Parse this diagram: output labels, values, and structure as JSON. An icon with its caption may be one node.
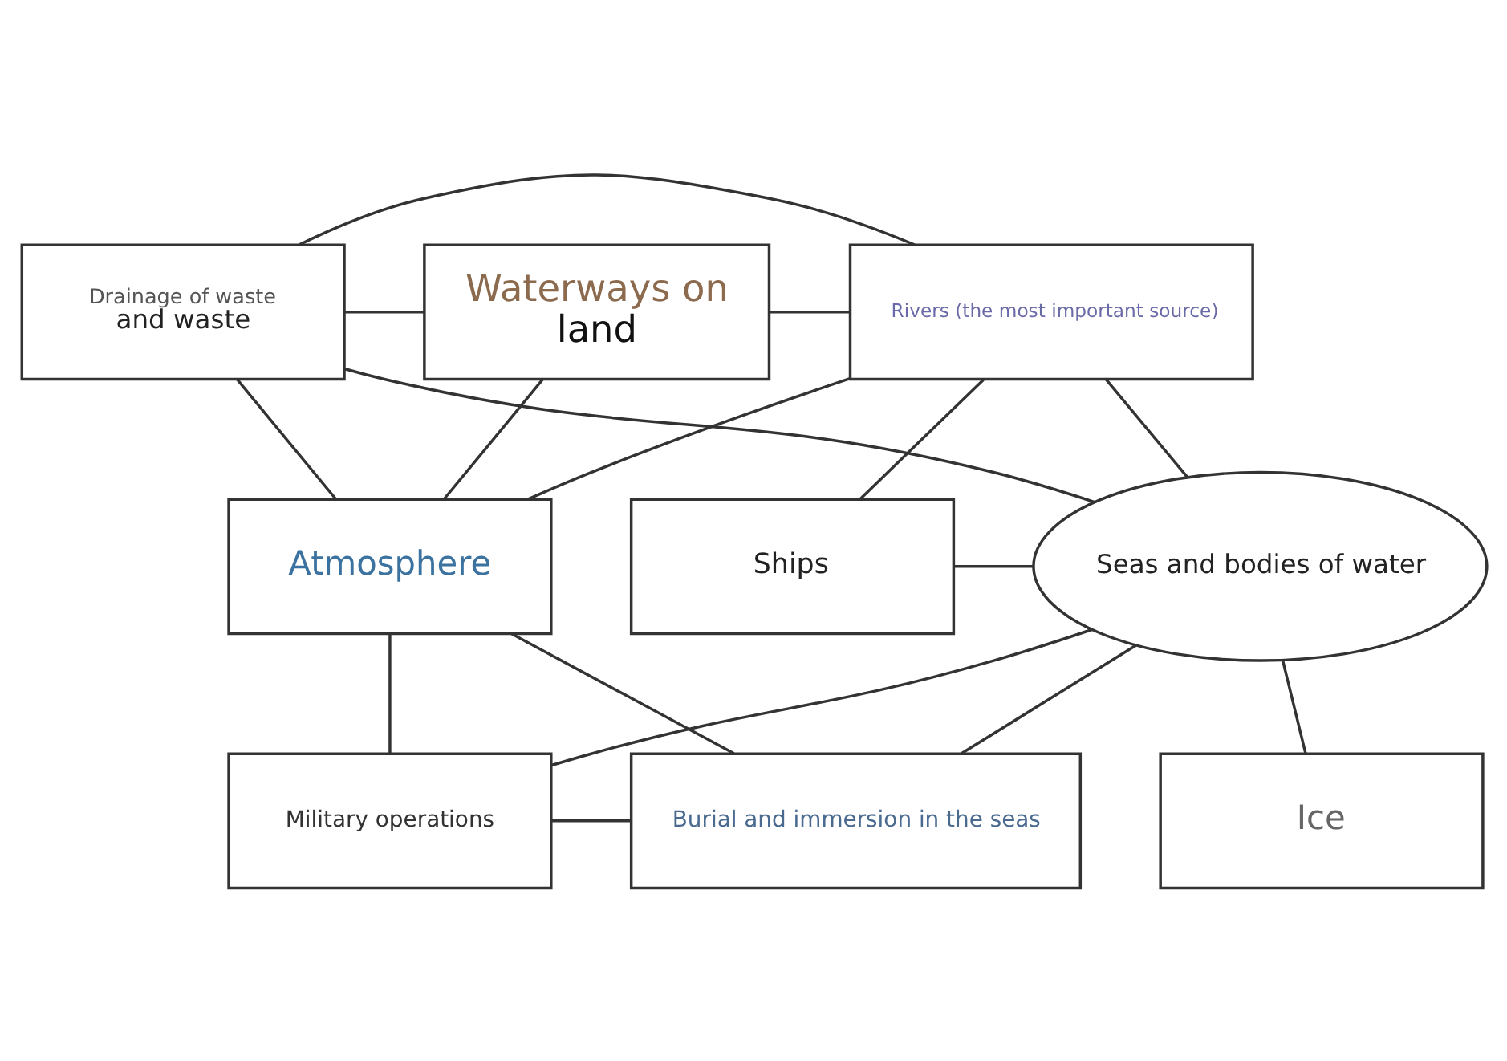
{
  "diagram": {
    "nodes": [
      {
        "text": [
          "Drainage of waste",
          "and waste"
        ]
      },
      {
        "text": [
          "Waterways on",
          "land"
        ]
      },
      {
        "text": [
          "Rivers (the most important source)"
        ]
      },
      {
        "text": [
          "Atmosphere"
        ]
      },
      {
        "text": [
          "Seas and bodies of water"
        ]
      },
      {
        "text": [
          "Ships"
        ]
      },
      {
        "text": [
          "Ice"
        ]
      },
      {
        "text": [
          "Military operations"
        ]
      },
      {
        "text": [
          "Burial and immersion in the seas"
        ]
      }
    ],
    "edges": [
      {
        "from": 0,
        "to": 1,
        "arrow": "none"
      },
      {
        "from": 0,
        "to": 2,
        "arrow": "none"
      },
      {
        "from": 1,
        "to": 2,
        "arrow": "none"
      },
      {
        "from": 0,
        "to": 3,
        "arrow": "none"
      },
      {
        "from": 0,
        "to": 4,
        "arrow": "none"
      },
      {
        "from": 1,
        "to": 3,
        "arrow": "none"
      },
      {
        "from": 2,
        "to": 4,
        "arrow": "none"
      },
      {
        "from": 2,
        "to": 5,
        "arrow": "none"
      },
      {
        "from": 5,
        "to": 4,
        "arrow": "none"
      },
      {
        "from": 6,
        "to": 4,
        "arrow": "none"
      },
      {
        "from": 3,
        "to": 7,
        "arrow": "none"
      },
      {
        "from": 7,
        "to": 4,
        "arrow": "none"
      },
      {
        "from": 7,
        "to": 8,
        "arrow": "none"
      },
      {
        "from": 8,
        "to": 4,
        "arrow": "none"
      },
      {
        "from": 3,
        "to": 2,
        "arrow": "none"
      },
      {
        "from": 3,
        "to": 8,
        "arrow": "none"
      }
    ]
  }
}
